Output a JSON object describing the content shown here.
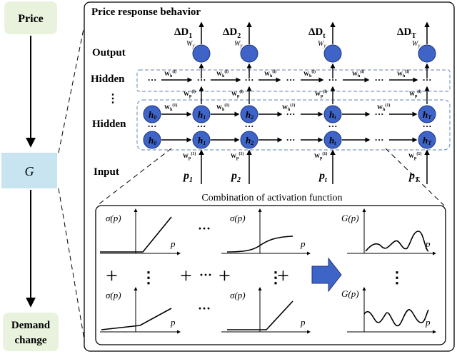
{
  "left_chain": {
    "price": "Price",
    "g": "G",
    "demand_line1": "Demand",
    "demand_line2": "change"
  },
  "panel": {
    "title": "Price response behavior",
    "labels": {
      "output": "Output",
      "hidden_top": "Hidden",
      "dots": "⋮",
      "hidden": "Hidden",
      "input": "Input"
    },
    "deltas": [
      "ΔD",
      "ΔD",
      "ΔD",
      "ΔD"
    ],
    "delta_subs": [
      "1",
      "2",
      "t",
      "T"
    ],
    "wy": "W",
    "wy_sub": "y",
    "wh": "W",
    "wh_sub": "h",
    "wh_sup_top": "(l)",
    "wh_sup": "(1)",
    "wp": "W",
    "wp_sub": "p",
    "wp_sup_top": "(l)",
    "wp_sup": "(1)",
    "h_label": "h",
    "h_subs": [
      "0",
      "1",
      "2",
      "t",
      "T"
    ],
    "h_subs_bottom": [
      "0",
      "1",
      "2",
      "t",
      "T"
    ],
    "p_label": "p",
    "p_subs": [
      "1",
      "2",
      "t",
      "T"
    ],
    "ellipsis": "···"
  },
  "combo": {
    "title": "Combination of activation function",
    "sigma": "σ(p)",
    "gp": "G(p)",
    "p": "p",
    "plus": "+",
    "dots_h": "···",
    "dots_v": "⋮"
  },
  "colors": {
    "node": "#3e64c8",
    "node_stroke": "#1c3580",
    "left_box": "#e8f2dc",
    "g_box": "#c7e4f0",
    "dash": "#7e9bc6"
  }
}
